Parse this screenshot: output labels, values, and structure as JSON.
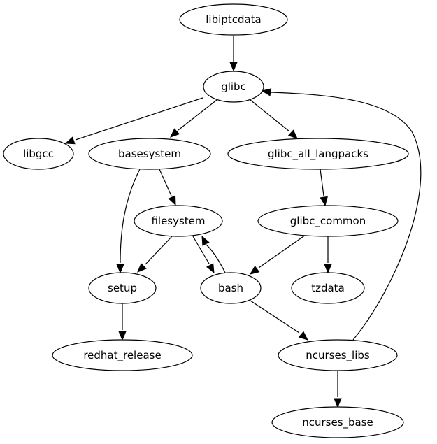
{
  "diagram": {
    "type": "directed-graph",
    "colors": {
      "stroke": "#000000",
      "fill": "#ffffff",
      "text": "#000000"
    },
    "nodes": [
      {
        "id": "libiptcdata",
        "label": "libiptcdata"
      },
      {
        "id": "glibc",
        "label": "glibc"
      },
      {
        "id": "libgcc",
        "label": "libgcc"
      },
      {
        "id": "basesystem",
        "label": "basesystem"
      },
      {
        "id": "glibc_all_langpacks",
        "label": "glibc_all_langpacks"
      },
      {
        "id": "filesystem",
        "label": "filesystem"
      },
      {
        "id": "glibc_common",
        "label": "glibc_common"
      },
      {
        "id": "setup",
        "label": "setup"
      },
      {
        "id": "bash",
        "label": "bash"
      },
      {
        "id": "tzdata",
        "label": "tzdata"
      },
      {
        "id": "redhat_release",
        "label": "redhat_release"
      },
      {
        "id": "ncurses_libs",
        "label": "ncurses_libs"
      },
      {
        "id": "ncurses_base",
        "label": "ncurses_base"
      }
    ],
    "edges": [
      {
        "from": "libiptcdata",
        "to": "glibc"
      },
      {
        "from": "glibc",
        "to": "libgcc"
      },
      {
        "from": "glibc",
        "to": "basesystem"
      },
      {
        "from": "glibc",
        "to": "glibc_all_langpacks"
      },
      {
        "from": "basesystem",
        "to": "setup"
      },
      {
        "from": "basesystem",
        "to": "filesystem"
      },
      {
        "from": "glibc_all_langpacks",
        "to": "glibc_common"
      },
      {
        "from": "filesystem",
        "to": "setup"
      },
      {
        "from": "filesystem",
        "to": "bash"
      },
      {
        "from": "bash",
        "to": "filesystem"
      },
      {
        "from": "glibc_common",
        "to": "bash"
      },
      {
        "from": "glibc_common",
        "to": "tzdata"
      },
      {
        "from": "setup",
        "to": "redhat_release"
      },
      {
        "from": "bash",
        "to": "ncurses_libs"
      },
      {
        "from": "ncurses_libs",
        "to": "glibc"
      },
      {
        "from": "ncurses_libs",
        "to": "ncurses_base"
      }
    ]
  }
}
